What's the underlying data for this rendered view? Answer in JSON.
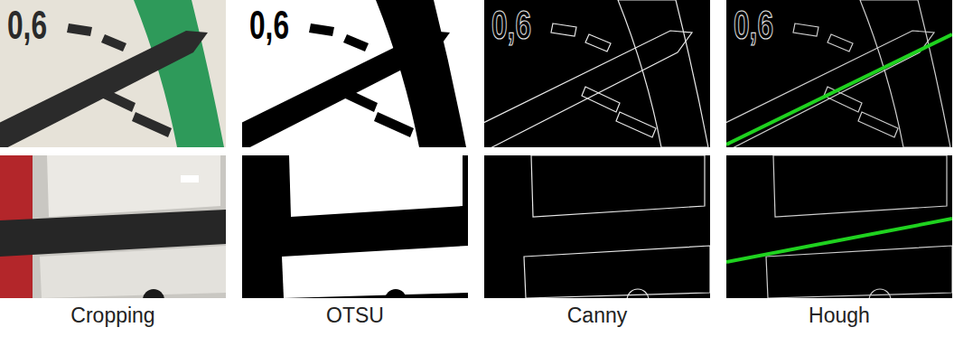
{
  "diagram": {
    "labels": [
      "0,6",
      "0,6",
      "0,6",
      "0,6",
      "Cropping",
      "OTSU",
      "Canny",
      "Hough"
    ]
  }
}
